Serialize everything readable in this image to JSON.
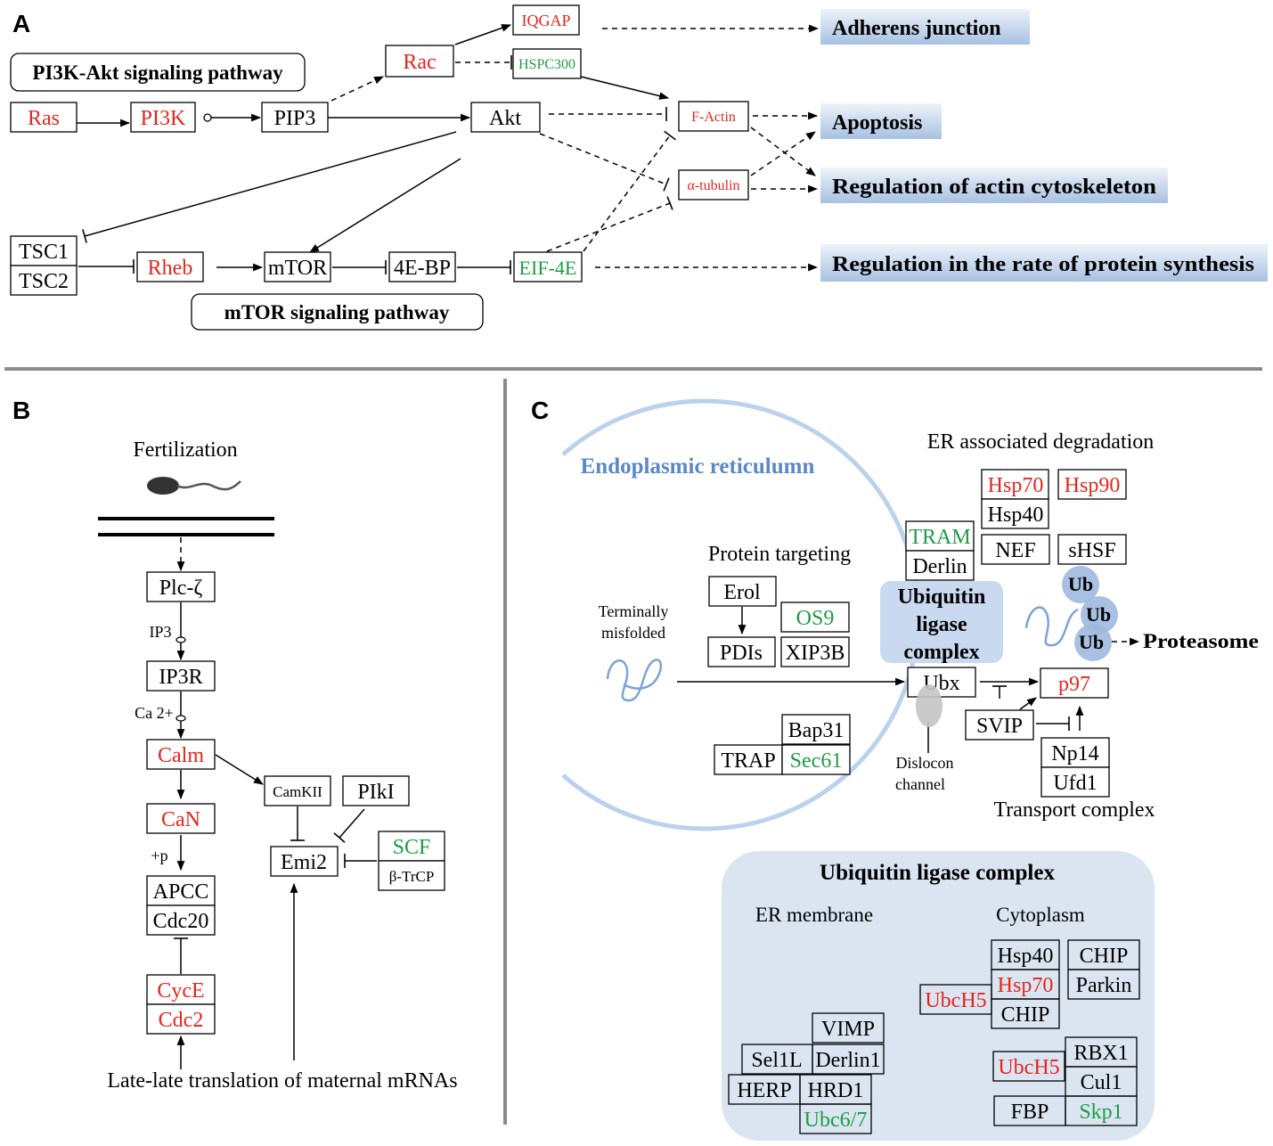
{
  "colors": {
    "red_label": "#e4261f",
    "green_label": "#1e9c45",
    "er_blue": "#5b88c7",
    "divider": "#8a8a8a"
  },
  "panel_a": {
    "label": "A",
    "pi3k_akt_pathway": "PI3K-Akt signaling pathway",
    "mtor_pathway": "mTOR signaling pathway",
    "nodes": {
      "ras": "Ras",
      "pi3k": "PI3K",
      "pip3": "PIP3",
      "akt": "Akt",
      "rac": "Rac",
      "iqgap": "IQGAP",
      "hspc300": "HSPC300",
      "f_actin": "F-Actin",
      "alpha_tubulin": "α-tubulin",
      "tsc1": "TSC1",
      "tsc2": "TSC2",
      "rheb": "Rheb",
      "mtor": "mTOR",
      "e4bp": "4E-BP",
      "eif4e": "EIF-4E"
    },
    "outcomes": {
      "adherens_junction": "Adherens junction",
      "apoptosis": "Apoptosis",
      "actin_cytoskeleton": "Regulation of actin cytoskeleton",
      "protein_synthesis": "Regulation in the rate of protein synthesis"
    }
  },
  "panel_b": {
    "label": "B",
    "fertilization": "Fertilization",
    "nodes": {
      "plc": "Plc-ζ",
      "ip3r": "IP3R",
      "calm": "Calm",
      "can": "CaN",
      "apcc": "APCC",
      "cdc20": "Cdc20",
      "cyce": "CycE",
      "cdc2": "Cdc2",
      "camkii": "CamKII",
      "pikl": "PIkI",
      "emi2": "Emi2",
      "scf": "SCF",
      "btrcp": "β-TrCP"
    },
    "edge_labels": {
      "ip3": "IP3",
      "ca": "Ca 2+",
      "p": "+p"
    },
    "footer": "Late-late translation of maternal mRNAs"
  },
  "panel_c": {
    "label": "C",
    "er_title": "Endoplasmic reticulumn",
    "erad_title": "ER associated degradation",
    "protein_targeting": "Protein targeting",
    "terminally_misfolded": [
      "Terminally",
      "misfolded"
    ],
    "ulc_label": [
      "Ubiquitin",
      "ligase",
      "complex"
    ],
    "dislocon_channel": [
      "Dislocon",
      "channel"
    ],
    "transport_complex": "Transport complex",
    "proteasome": "Proteasome",
    "ub_tags": [
      "Ub",
      "Ub",
      "Ub"
    ],
    "nodes": {
      "hsp70": "Hsp70",
      "hsp40": "Hsp40",
      "hsp90": "Hsp90",
      "tram": "TRAM",
      "derlin": "Derlin",
      "nef": "NEF",
      "shsf": "sHSF",
      "erol": "Erol",
      "pdis": "PDIs",
      "os9": "OS9",
      "xip3b": "XIP3B",
      "ubx": "Ubx",
      "p97": "p97",
      "svip": "SVIP",
      "np14": "Np14",
      "ufd1": "Ufd1",
      "bap31": "Bap31",
      "trap": "TRAP",
      "sec61": "Sec61"
    },
    "complex_panel": {
      "title": "Ubiquitin ligase complex",
      "er_membrane": "ER membrane",
      "cytoplasm": "Cytoplasm",
      "nodes": {
        "hsp40": "Hsp40",
        "hsp70": "Hsp70",
        "chip_a": "CHIP",
        "chip_b": "CHIP",
        "parkin": "Parkin",
        "ubch5_a": "UbcH5",
        "vimp": "VIMP",
        "sel1l": "Sel1L",
        "derlin1": "Derlin1",
        "herp": "HERP",
        "hrd1": "HRD1",
        "ubc67": "Ubc6/7",
        "ubch5_b": "UbcH5",
        "rbx1": "RBX1",
        "cul1": "Cul1",
        "skp1": "Skp1",
        "fbp": "FBP"
      }
    }
  }
}
